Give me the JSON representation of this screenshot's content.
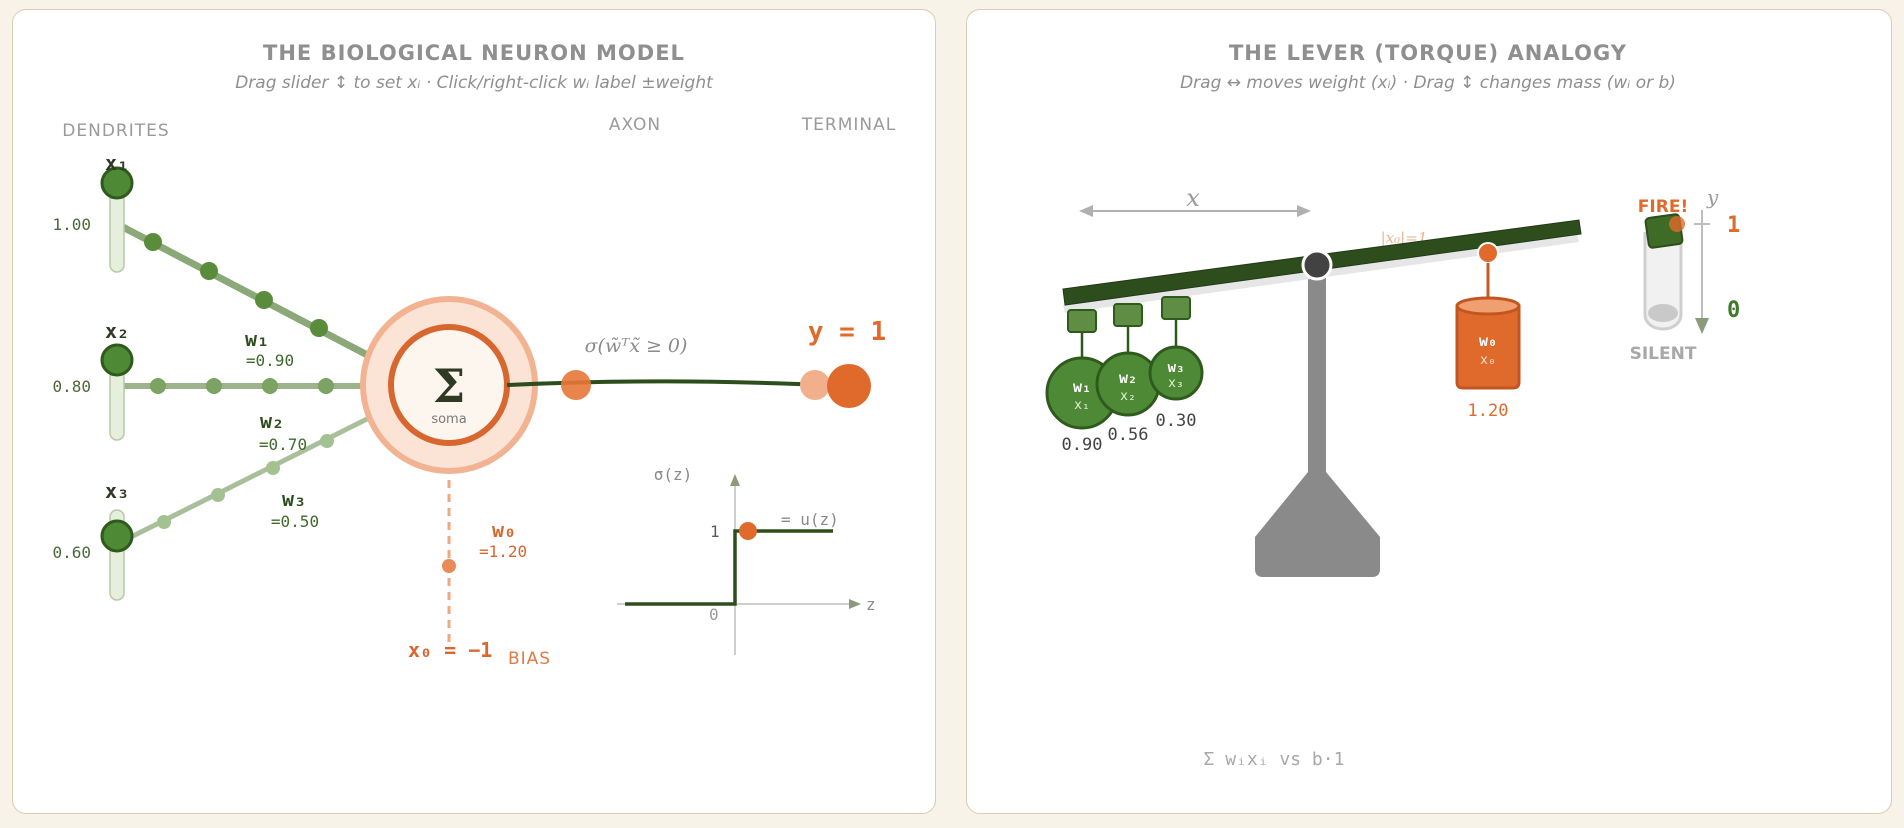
{
  "left_panel": {
    "title": "THE BIOLOGICAL NEURON MODEL",
    "subtitle": "Drag slider ↕ to set xᵢ · Click/right-click wᵢ label ±weight",
    "labels": {
      "dendrites": "DENDRITES",
      "axon": "AXON",
      "terminal": "TERMINAL",
      "bias": "BIAS"
    },
    "inputs": [
      {
        "name": "x₁",
        "value": "1.00",
        "weight_name": "w₁",
        "weight": "=0.90"
      },
      {
        "name": "x₂",
        "value": "0.80",
        "weight_name": "w₂",
        "weight": "=0.70"
      },
      {
        "name": "x₃",
        "value": "0.60",
        "weight_name": "w₃",
        "weight": "=0.50"
      }
    ],
    "soma": {
      "symbol": "Σ",
      "label": "soma"
    },
    "bias_weight": {
      "name": "w₀",
      "value": "=1.20"
    },
    "bias_input": "x₀ = −1",
    "activation_label": "σ(w̃ᵀx̃ ≥ 0)",
    "output": "y = 1",
    "step_plot": {
      "ylabel": "σ(z)",
      "xlabel": "z",
      "tick_one": "1",
      "tick_zero": "0",
      "annotation": "= u(z)"
    }
  },
  "right_panel": {
    "title": "THE LEVER (TORQUE) ANALOGY",
    "subtitle": "Drag ↔ moves weight (xᵢ) · Drag ↕ changes mass (wᵢ or b)",
    "x_label": "x",
    "bias_distance_label": "|x₀|=1",
    "fire_label": "FIRE!",
    "silent_label": "SILENT",
    "y_axis": {
      "label": "y",
      "one": "1",
      "zero": "0"
    },
    "masses": [
      {
        "top": "w₁",
        "bottom": "x₁",
        "value": "0.90"
      },
      {
        "top": "w₂",
        "bottom": "x₂",
        "value": "0.56"
      },
      {
        "top": "w₃",
        "bottom": "x₃",
        "value": "0.30"
      }
    ],
    "bias_mass": {
      "top": "w₀",
      "bottom": "x₀",
      "value": "1.20"
    },
    "equation": "Σ wᵢxᵢ vs b·1"
  },
  "colors": {
    "green_dark": "#2e4d1c",
    "green": "#4f8035",
    "orange": "#e06a2c",
    "gray": "#8a8a8a"
  }
}
